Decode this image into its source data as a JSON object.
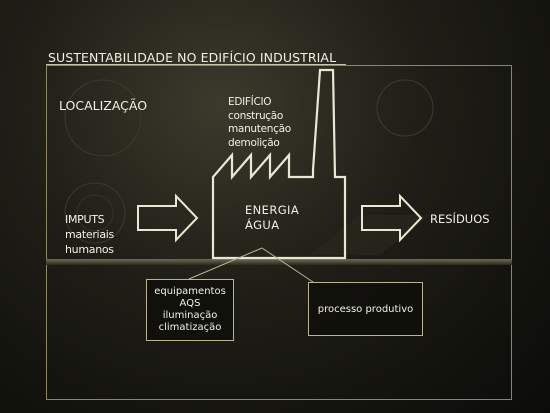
{
  "title": "SUSTENTABILIDADE NO EDIFÍCIO INDUSTRIAL",
  "localizacao": "LOCALIZAÇÃO",
  "edificio": {
    "heading": "EDIFÍCIO",
    "items": [
      "construção",
      "manutenção",
      "demolição"
    ]
  },
  "center": {
    "line1": "ENERGIA",
    "line2": "ÁGUA"
  },
  "inputs": {
    "heading": "IMPUTS",
    "items": [
      "materiais",
      "humanos"
    ]
  },
  "outputs": {
    "label": "RESÍDUOS"
  },
  "equipamentos": {
    "items": [
      "equipamentos",
      "AQS",
      "iluminação",
      "climatização"
    ]
  },
  "processo": {
    "label": "processo produtivo"
  },
  "colors": {
    "background": "#1e1d16",
    "line": "#e9e6d4",
    "frame": "#8b8766"
  }
}
